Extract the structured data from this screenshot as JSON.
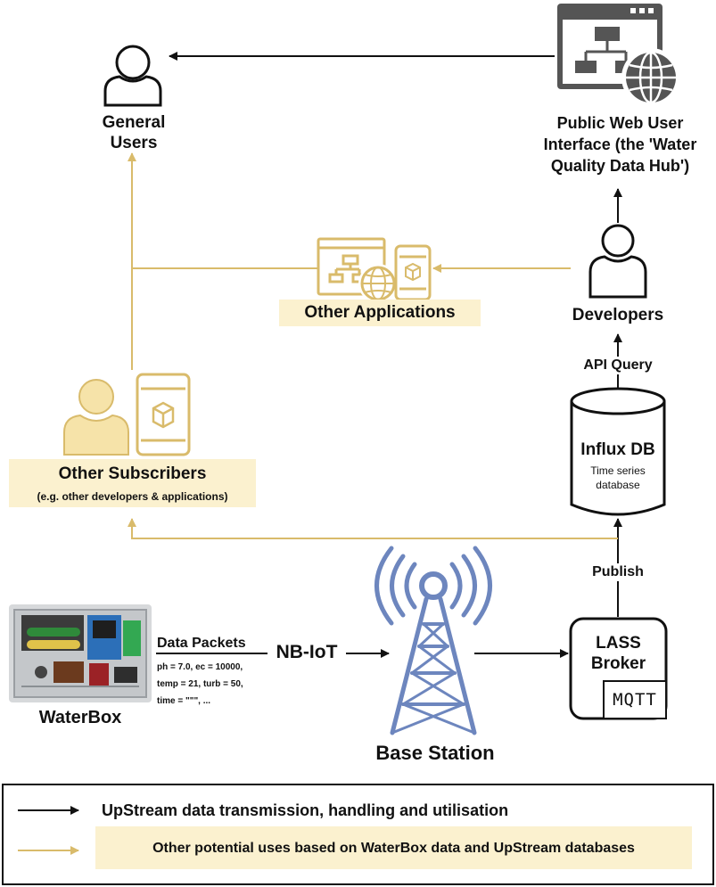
{
  "nodes": {
    "general_users": "General\nUsers",
    "web_ui": "Public Web User\nInterface (the 'Water\nQuality Data Hub')",
    "other_applications": "Other Applications",
    "developers": "Developers",
    "api_query": "API Query",
    "influx_title": "Influx DB",
    "influx_sub": "Time series\ndatabase",
    "publish": "Publish",
    "lass_broker": "LASS\nBroker",
    "mqtt": "MQTT",
    "other_subscribers": "Other Subscribers",
    "other_subscribers_sub": "(e.g. other developers & applications)",
    "waterbox": "WaterBox",
    "data_packets": "Data Packets",
    "packet_line1": "ph = 7.0, ec = 10000,",
    "packet_line2": "temp = 21, turb =  50,",
    "packet_line3": "time = \"\"\", ...",
    "nbiot": "NB-IoT",
    "base_station": "Base Station"
  },
  "legend": {
    "black_line": "UpStream data transmission, handling and utilisation",
    "gold_line": "Other potential uses based on WaterBox data and UpStream databases"
  },
  "colors": {
    "black_flow": "#111111",
    "gold_flow": "#d9bb6b",
    "gold_fill": "#fbf1cf",
    "icon_gray": "#555555",
    "tower_blue": "#6d86be"
  }
}
